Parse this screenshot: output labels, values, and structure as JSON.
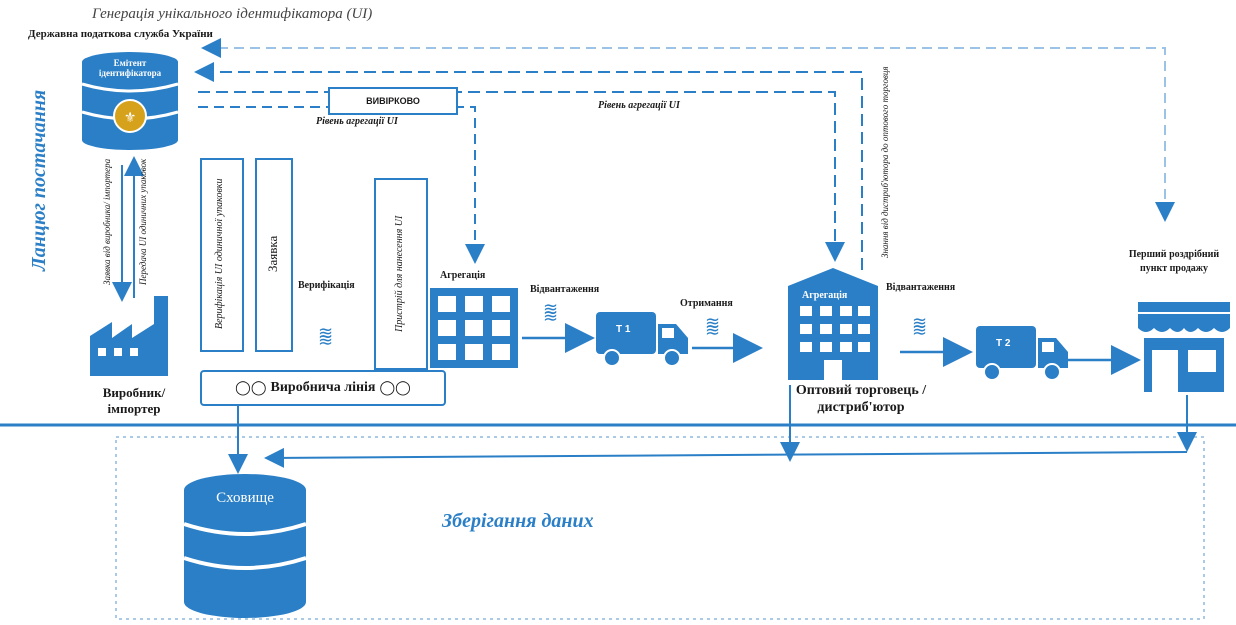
{
  "header": {
    "generation_label": "Генерація унікального ідентифікатора (UI)",
    "tax_service": "Державна податкова служба України"
  },
  "issuer_db": {
    "label": "Емітент ідентифікатора"
  },
  "supply_chain_label": "Ланцюг постачання",
  "vertical_notes": {
    "sample": "Заявка від виробника/ імпортера",
    "ui_transfer": "Передача UI одиничних упаковок",
    "verify_single": "Верифікація UI одиничної упаковки",
    "request": "Заявка",
    "printer": "Пристрій для нанесення UI",
    "info_wholesale": "Знання від дистриб'ютора до оптового торговця"
  },
  "flow": {
    "removal_box": "ВИВІРКОВО",
    "level_left": "Рівень агрегації UI",
    "level_mid": "Рівень агрегації UI",
    "verification": "Верифікація",
    "aggregation_1": "Агрегація",
    "shipping_1": "Відвантаження",
    "receiving": "Отримання",
    "aggregation_2": "Агрегація",
    "shipping_2": "Відвантаження",
    "truck_1": "T 1",
    "truck_2": "T 2"
  },
  "nodes": {
    "manufacturer": "Виробник/ імпортер",
    "production_line": "Виробнича лінія",
    "wholesaler": "Оптовий торговець / дистриб'ютор",
    "retail": "Перший роздрібний пункт продажу"
  },
  "storage": {
    "db_label": "Сховище",
    "area_label": "Зберігання даних"
  },
  "colors": {
    "accent": "#2a7fc7",
    "dark_accent": "#1d5f9a",
    "line": "#2a7fc7"
  }
}
